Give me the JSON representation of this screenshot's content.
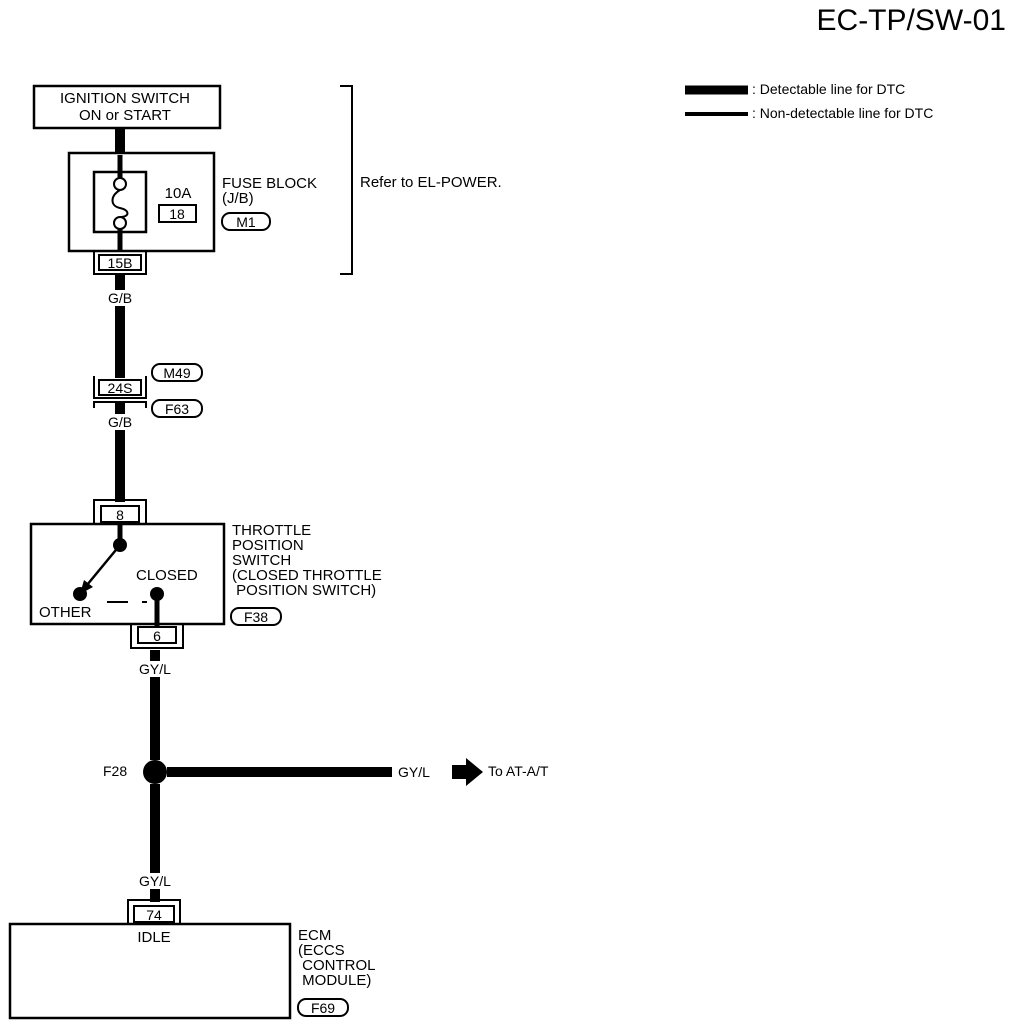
{
  "diagram_id": "EC-TP/SW-01",
  "legend": {
    "detectable": ": Detectable line for DTC",
    "non_detectable": ": Non-detectable line for DTC"
  },
  "ignition_switch": {
    "line1": "IGNITION SWITCH",
    "line2": "ON or START"
  },
  "fuse_block": {
    "name": "FUSE BLOCK",
    "sub": "(J/B)",
    "connector": "M1",
    "amperage": "10A",
    "fuse_no": "18",
    "terminal": "15B",
    "refer": "Refer to EL-POWER."
  },
  "wires": {
    "w1": "G/B",
    "w2": "G/B",
    "w3": "GY/L",
    "w4": "GY/L",
    "branch": "GY/L"
  },
  "joint_connector": {
    "terminal": "24S",
    "conn_top": "M49",
    "conn_bottom": "F63"
  },
  "throttle_switch": {
    "terminal_top": "8",
    "terminal_bottom": "6",
    "name_lines": [
      "THROTTLE",
      "POSITION",
      "SWITCH",
      "(CLOSED THROTTLE",
      " POSITION SWITCH)"
    ],
    "connector": "F38",
    "pos_other": "OTHER",
    "pos_closed": "CLOSED"
  },
  "splice": {
    "name": "F28",
    "destination": "To AT-A/T"
  },
  "ecm": {
    "terminal": "74",
    "pin_name": "IDLE",
    "name_lines": [
      "ECM",
      "(ECCS",
      " CONTROL",
      " MODULE)"
    ],
    "connector": "F69"
  }
}
